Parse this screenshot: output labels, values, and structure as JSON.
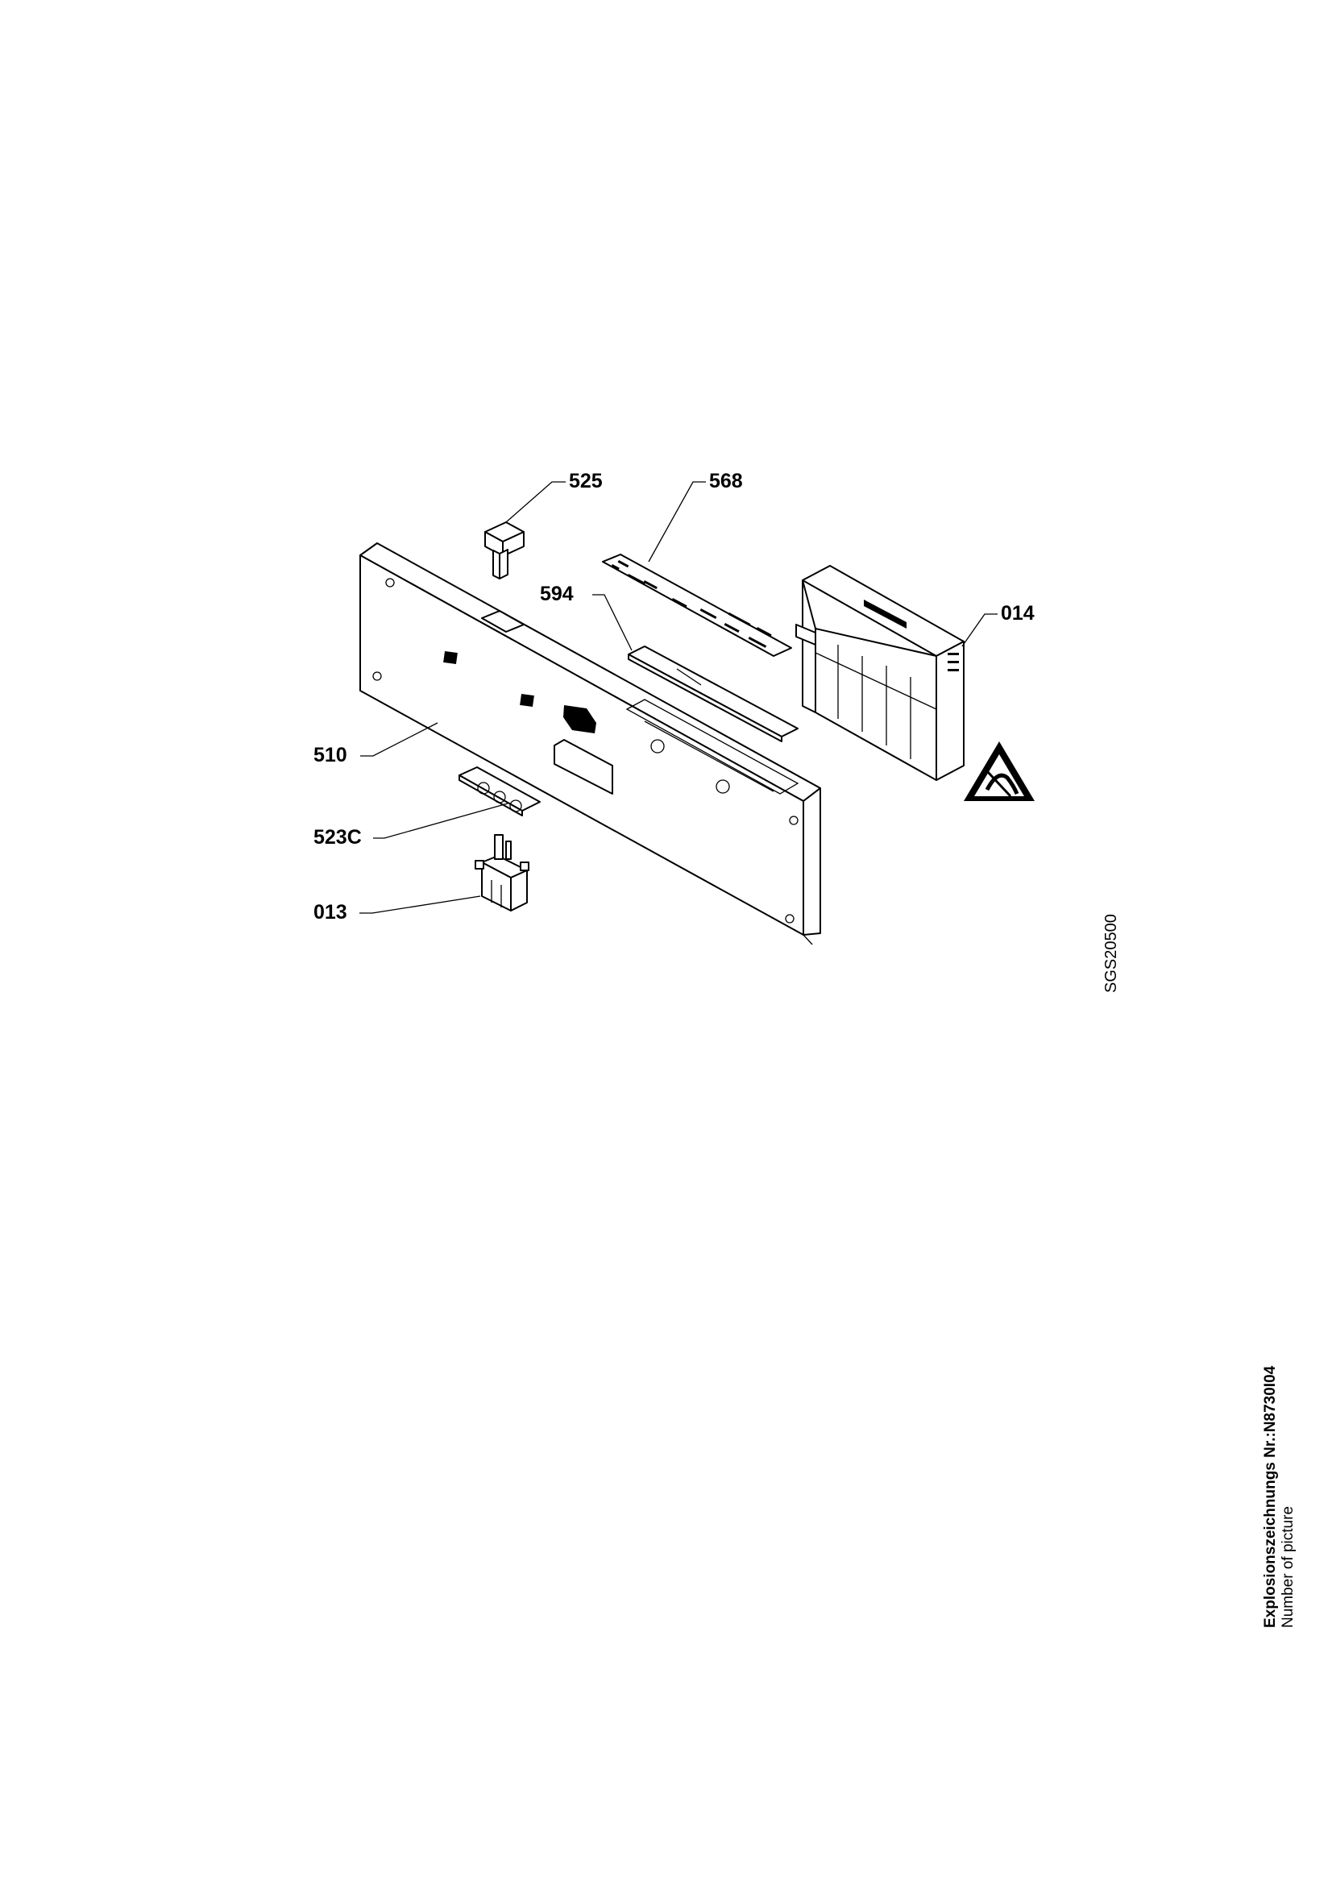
{
  "labels": {
    "p525": "525",
    "p568": "568",
    "p594": "594",
    "p014": "014",
    "p510": "510",
    "p523c": "523C",
    "p013": "013"
  },
  "drawing_code": "SGS20500",
  "footer": {
    "title": "Explosionszeichnungs Nr.:N8730I04",
    "subtitle": "Number of picture"
  }
}
